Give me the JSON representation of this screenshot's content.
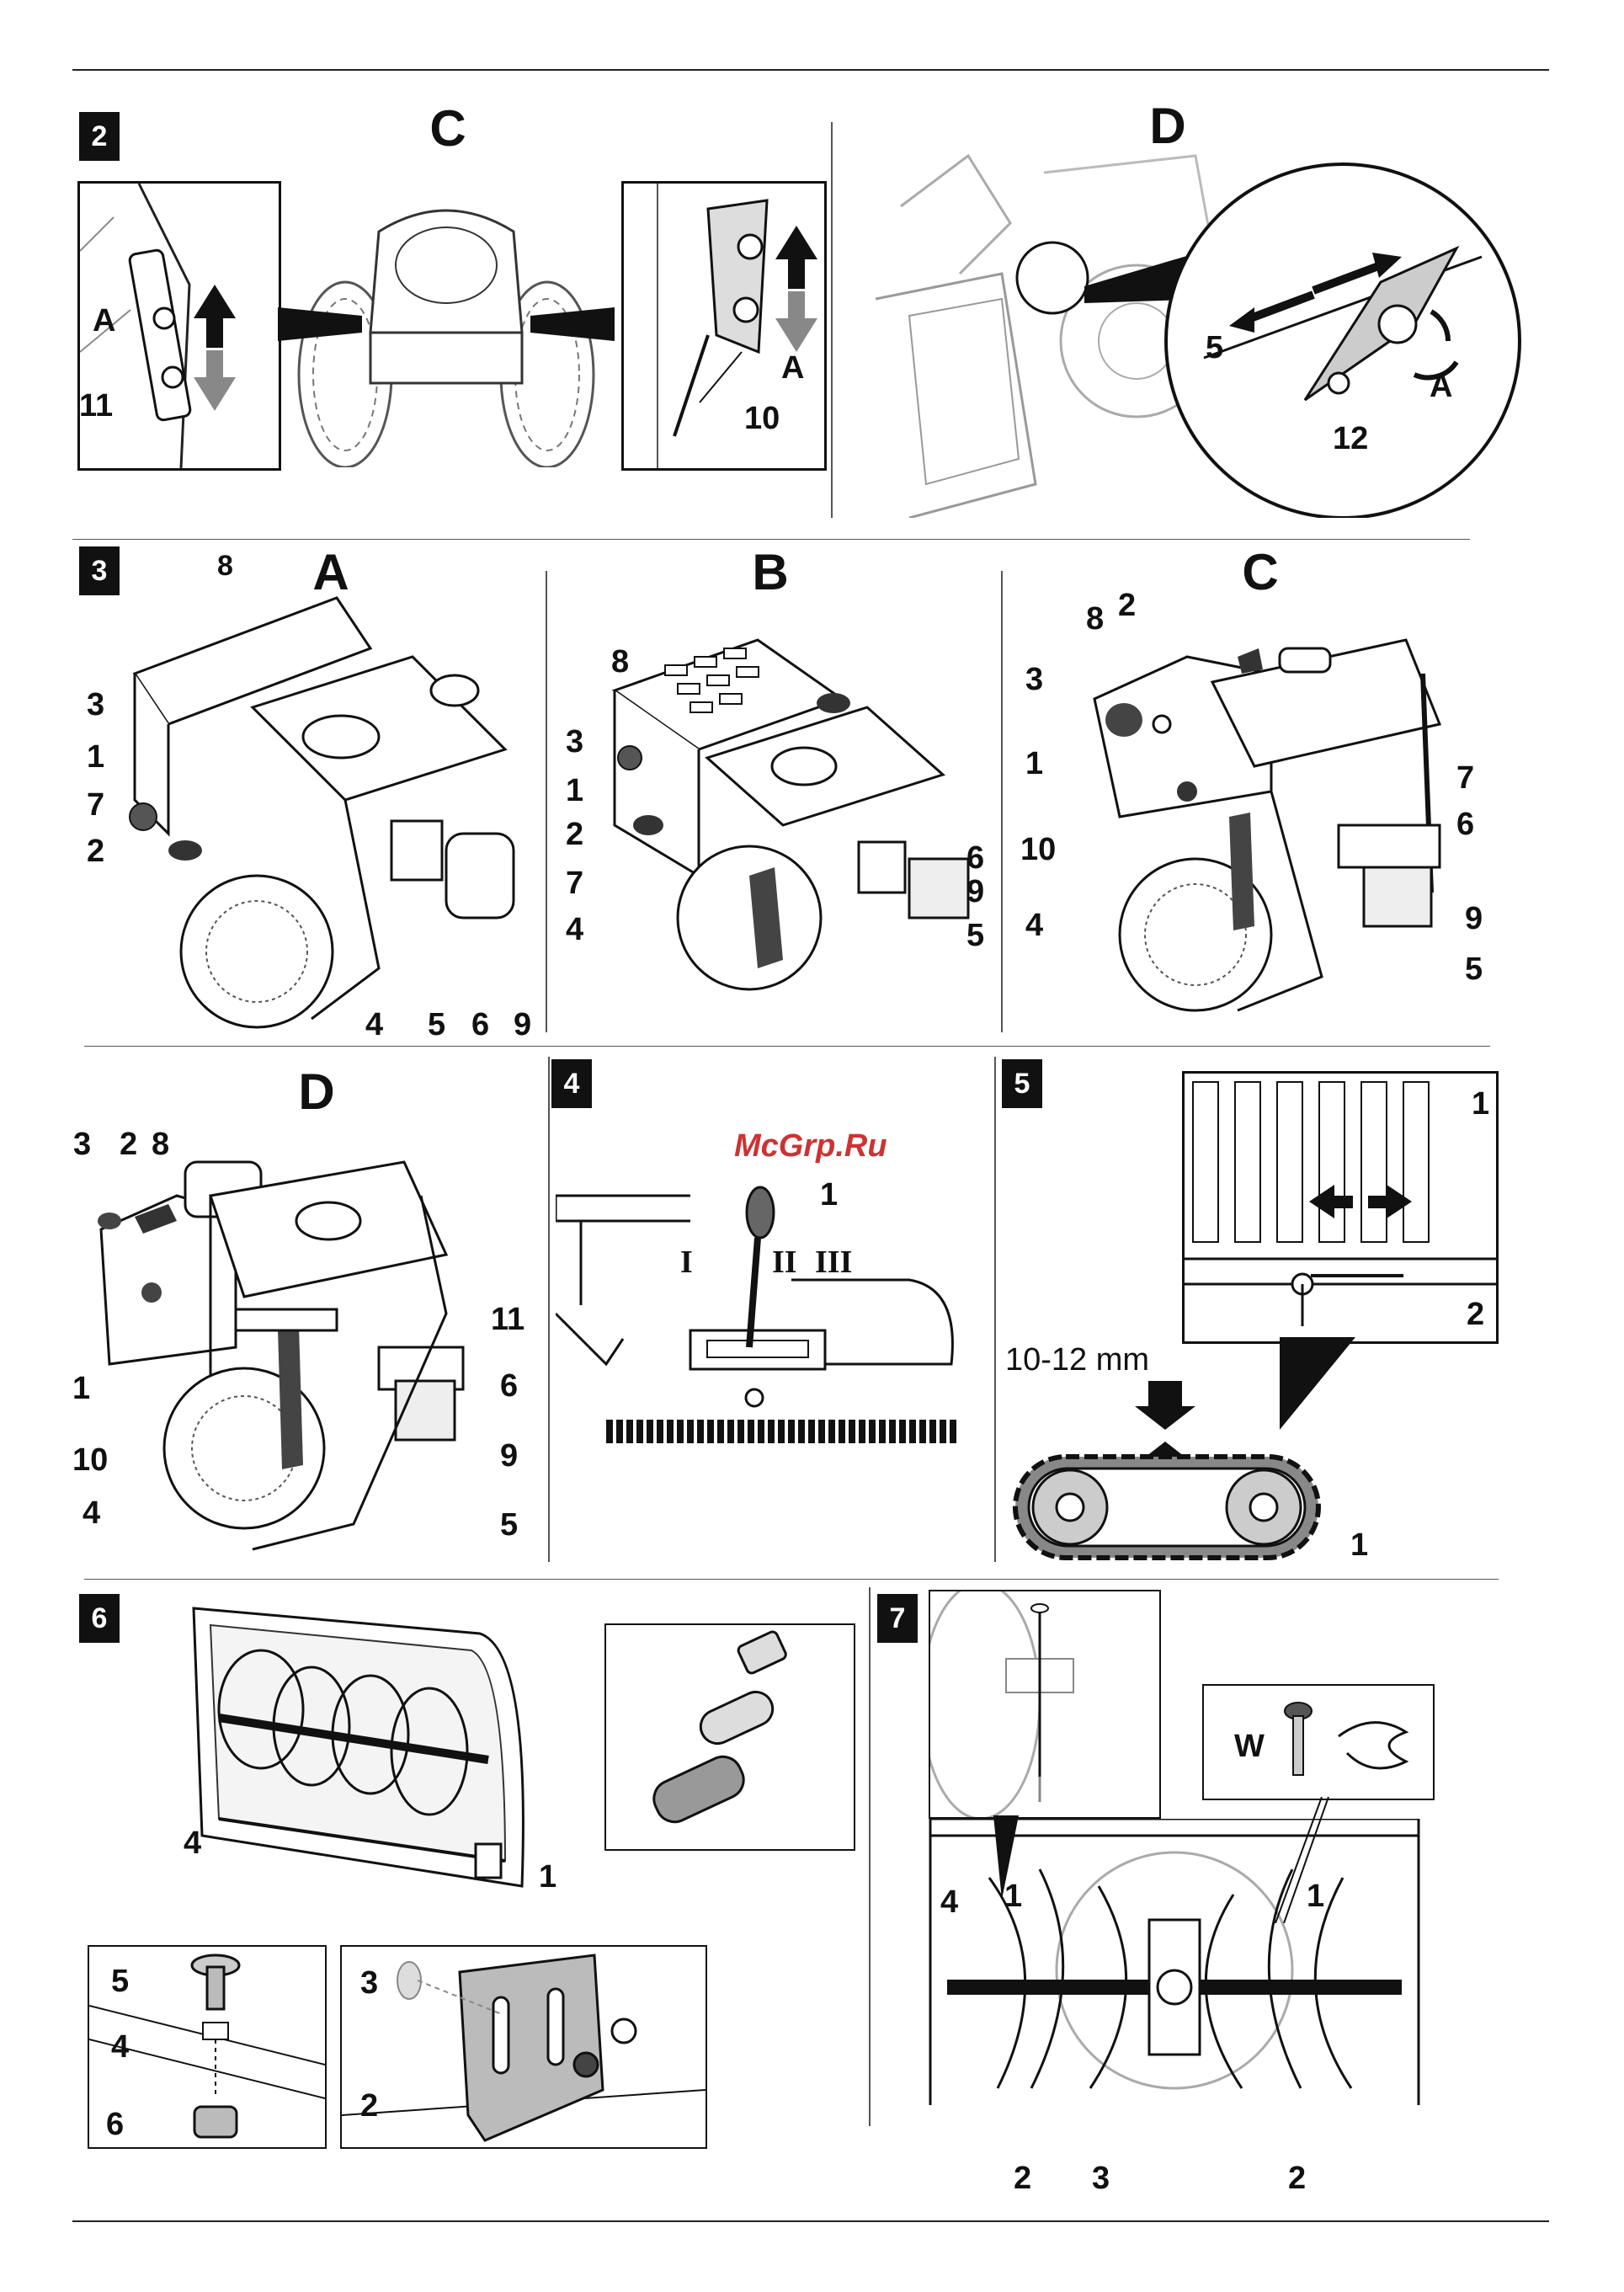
{
  "watermark": "McGrp.Ru",
  "figures": [
    {
      "id": "2",
      "badge": "2",
      "titles": [
        "C",
        "D"
      ],
      "callouts": [
        "A",
        "11",
        "10",
        "A",
        "5",
        "A",
        "12"
      ]
    },
    {
      "id": "3",
      "badge": "3",
      "titles": [
        "A",
        "B",
        "C",
        "D"
      ],
      "a_callouts": [
        "8",
        "3",
        "1",
        "7",
        "2",
        "4",
        "5",
        "6",
        "9"
      ],
      "b_callouts": [
        "8",
        "3",
        "1",
        "2",
        "7",
        "4",
        "6",
        "9",
        "5"
      ],
      "c_callouts": [
        "8",
        "2",
        "3",
        "1",
        "10",
        "4",
        "7",
        "6",
        "9",
        "5"
      ],
      "d_callouts": [
        "3",
        "2",
        "8",
        "11",
        "6",
        "1",
        "10",
        "9",
        "4",
        "5"
      ]
    },
    {
      "id": "4",
      "badge": "4",
      "callouts": [
        "1",
        "I",
        "II",
        "III"
      ]
    },
    {
      "id": "5",
      "badge": "5",
      "callouts": [
        "1",
        "2",
        "1"
      ],
      "measurement": "10-12 mm"
    },
    {
      "id": "6",
      "badge": "6",
      "callouts": [
        "4",
        "1",
        "5",
        "4",
        "6",
        "3",
        "2"
      ]
    },
    {
      "id": "7",
      "badge": "7",
      "callouts": [
        "W",
        "4",
        "1",
        "1",
        "2",
        "3",
        "2"
      ]
    }
  ],
  "icons": [
    "up-down-arrow-icon",
    "left-right-arrow-icon",
    "rotate-arrow-icon",
    "down-arrow-icon",
    "up-arrow-icon"
  ],
  "colors": {
    "ink": "#111111",
    "gray_arrow": "#888888",
    "rule": "#222222"
  }
}
